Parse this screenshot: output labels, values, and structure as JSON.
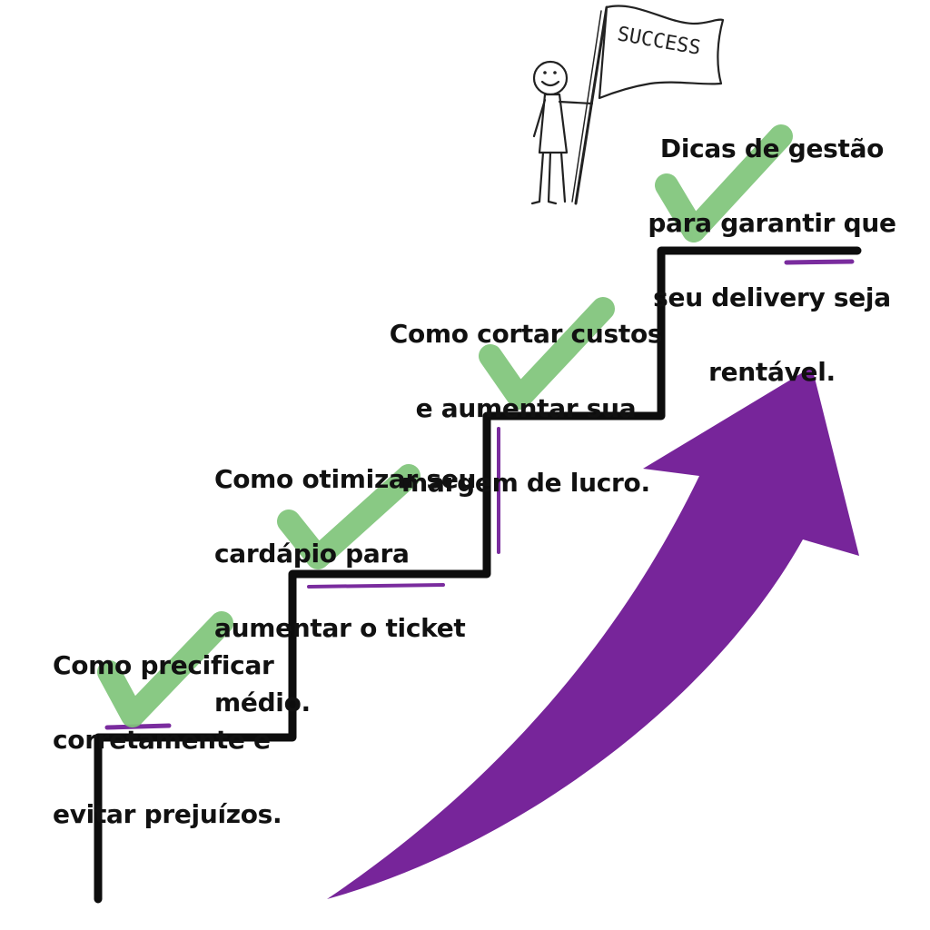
{
  "flag": {
    "label": "SUCCESS"
  },
  "steps": [
    {
      "lines": [
        "Como precificar",
        "corretamente e",
        "evitar prejuízos."
      ]
    },
    {
      "lines": [
        "Como otimizar seu",
        "cardápio para",
        "aumentar o ticket",
        "médio."
      ]
    },
    {
      "lines": [
        "Como cortar custos",
        "e aumentar sua",
        "margem de lucro."
      ]
    },
    {
      "lines": [
        "Dicas de gestão",
        "para garantir que",
        "seu delivery seja",
        "rentável."
      ]
    }
  ],
  "colors": {
    "stairs": "#0d0d0d",
    "arrow": "#77259a",
    "check": "#7fc47a",
    "underline": "#7a2c9e",
    "text": "#111111"
  },
  "icons": [
    "success-flag-icon",
    "stick-figure-icon",
    "checkmark-icon",
    "rising-arrow-icon"
  ]
}
